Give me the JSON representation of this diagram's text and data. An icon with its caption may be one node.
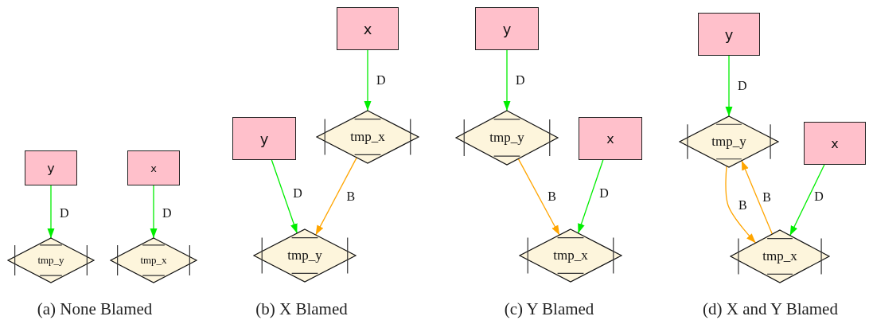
{
  "diagram": {
    "nodes": [
      {
        "text": [
          "y"
        ]
      },
      {
        "text": [
          "x"
        ]
      },
      {
        "text": [
          "tmp_y"
        ]
      },
      {
        "text": [
          "tmp_x"
        ]
      },
      {
        "text": [
          "x"
        ]
      },
      {
        "text": [
          "y"
        ]
      },
      {
        "text": [
          "tmp_x"
        ]
      },
      {
        "text": [
          "tmp_y"
        ]
      },
      {
        "text": [
          "y"
        ]
      },
      {
        "text": [
          "x"
        ]
      },
      {
        "text": [
          "tmp_y"
        ]
      },
      {
        "text": [
          "tmp_x"
        ]
      },
      {
        "text": [
          "y"
        ]
      },
      {
        "text": [
          "x"
        ]
      },
      {
        "text": [
          "tmp_y"
        ]
      },
      {
        "text": [
          "tmp_x"
        ]
      }
    ],
    "edges": [
      {
        "from": 0,
        "to": 2,
        "arrow": "to",
        "label": "D"
      },
      {
        "from": 1,
        "to": 3,
        "arrow": "to",
        "label": "D"
      },
      {
        "from": 4,
        "to": 6,
        "arrow": "to",
        "label": "D"
      },
      {
        "from": 5,
        "to": 7,
        "arrow": "to",
        "label": "D"
      },
      {
        "from": 6,
        "to": 7,
        "arrow": "to",
        "label": "B",
        "color": "#ffa500"
      },
      {
        "from": 8,
        "to": 10,
        "arrow": "to",
        "label": "D"
      },
      {
        "from": 10,
        "to": 11,
        "arrow": "to",
        "label": "B",
        "color": "#ffa500"
      },
      {
        "from": 9,
        "to": 11,
        "arrow": "to",
        "label": "D"
      },
      {
        "from": 12,
        "to": 14,
        "arrow": "to",
        "label": "D"
      },
      {
        "from": 13,
        "to": 15,
        "arrow": "to",
        "label": "D"
      },
      {
        "from": 14,
        "to": 15,
        "arrow": "to",
        "label": "B",
        "color": "#ffa500"
      },
      {
        "from": 15,
        "to": 14,
        "arrow": "to",
        "label": "B",
        "color": "#ffa500"
      }
    ],
    "labels": [
      "(a) None Blamed",
      "(b) X Blamed",
      "(c) Y Blamed",
      "(d) X and Y Blamed"
    ]
  }
}
